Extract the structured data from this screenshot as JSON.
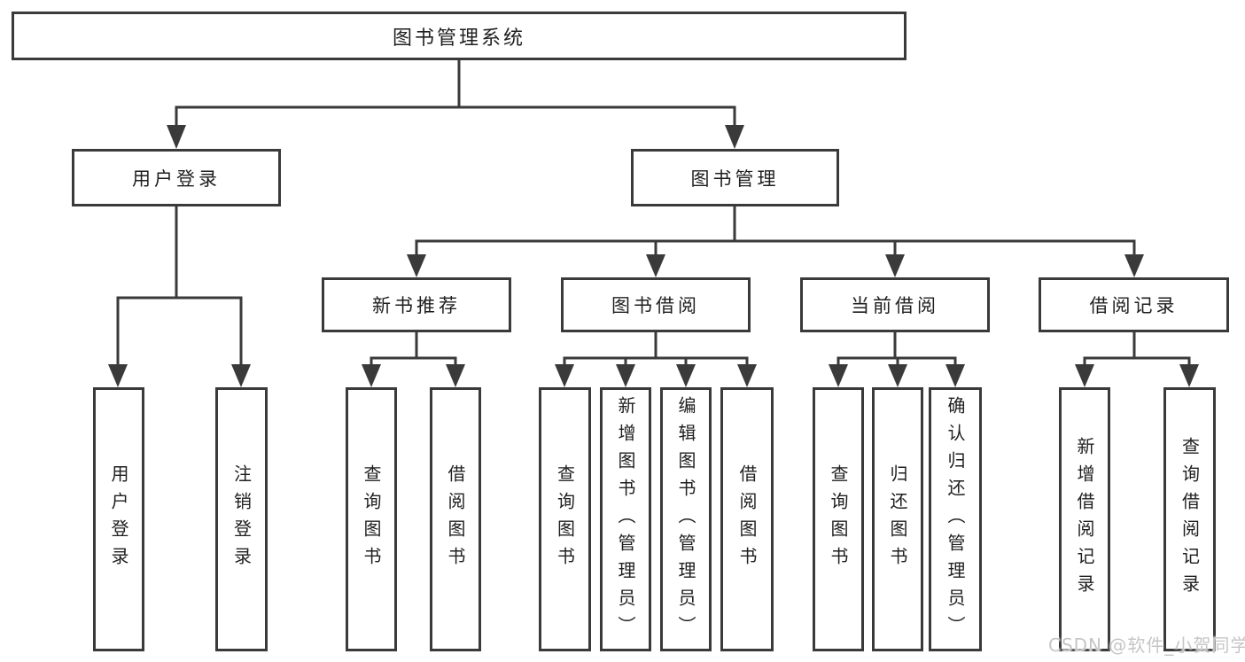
{
  "root": {
    "label": "图书管理系统"
  },
  "branches": [
    {
      "label": "用户登录",
      "children": [
        {
          "label": "用户登录"
        },
        {
          "label": "注销登录"
        }
      ]
    },
    {
      "label": "图书管理",
      "children": [
        {
          "label": "新书推荐",
          "children": [
            {
              "label": "查询图书"
            },
            {
              "label": "借阅图书"
            }
          ]
        },
        {
          "label": "图书借阅",
          "children": [
            {
              "label": "查询图书"
            },
            {
              "label": "新增图书（管理员）"
            },
            {
              "label": "编辑图书（管理员）"
            },
            {
              "label": "借阅图书"
            }
          ]
        },
        {
          "label": "当前借阅",
          "children": [
            {
              "label": "查询图书"
            },
            {
              "label": "归还图书"
            },
            {
              "label": "确认归还（管理员）"
            }
          ]
        },
        {
          "label": "借阅记录",
          "children": [
            {
              "label": "新增借阅记录"
            },
            {
              "label": "查询借阅记录"
            }
          ]
        }
      ]
    }
  ],
  "watermark": {
    "text": "CSDN @软件_小贺同学"
  },
  "colors": {
    "line": "#3a3a3a",
    "text": "#1f1f1f",
    "background": "#ffffff",
    "watermark": "#c6c6c6"
  }
}
